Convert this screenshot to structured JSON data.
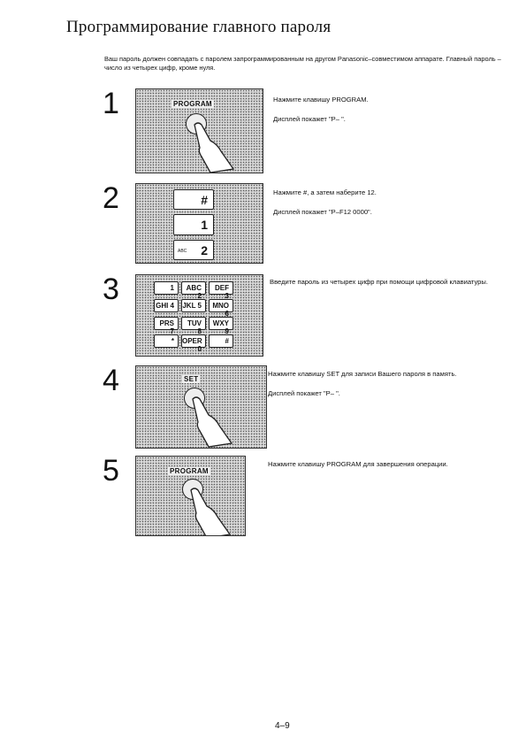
{
  "title": "Программирование главного пароля",
  "intro": "Ваш пароль должен совпадать с паролем запрограммированным на другом Panasonic–совместимом аппарате. Главный пароль – число из четырех цифр, кроме нуля.",
  "steps": [
    {
      "number": "1",
      "button_label": "PROGRAM",
      "lines": [
        "Нажмите клавишу PROGRAM.",
        "Дисплей покажет \"P– \"."
      ]
    },
    {
      "number": "2",
      "keys": [
        "#",
        "1",
        "2"
      ],
      "key_sub": "ABC",
      "lines": [
        "Нажмите #, а затем наберите 12.",
        "Дисплей покажет \"P–F12  0000\"."
      ]
    },
    {
      "number": "3",
      "keypad": [
        "1",
        "ABC 2",
        "DEF 3",
        "GHI 4",
        "JKL 5",
        "MNO 6",
        "PRS 7",
        "TUV 8",
        "WXY 9",
        "*",
        "OPER 0",
        "#"
      ],
      "lines": [
        "Введите пароль из четырех цифр при помощи цифровой клавиатуры."
      ]
    },
    {
      "number": "4",
      "button_label": "SET",
      "lines": [
        "Нажмите клавишу SET для записи Вашего пароля в память.",
        "Дисплей покажет \"P– \"."
      ]
    },
    {
      "number": "5",
      "button_label": "PROGRAM",
      "lines": [
        "Нажмите клавишу PROGRAM для завершения операции."
      ]
    }
  ],
  "page_number": "4–9"
}
